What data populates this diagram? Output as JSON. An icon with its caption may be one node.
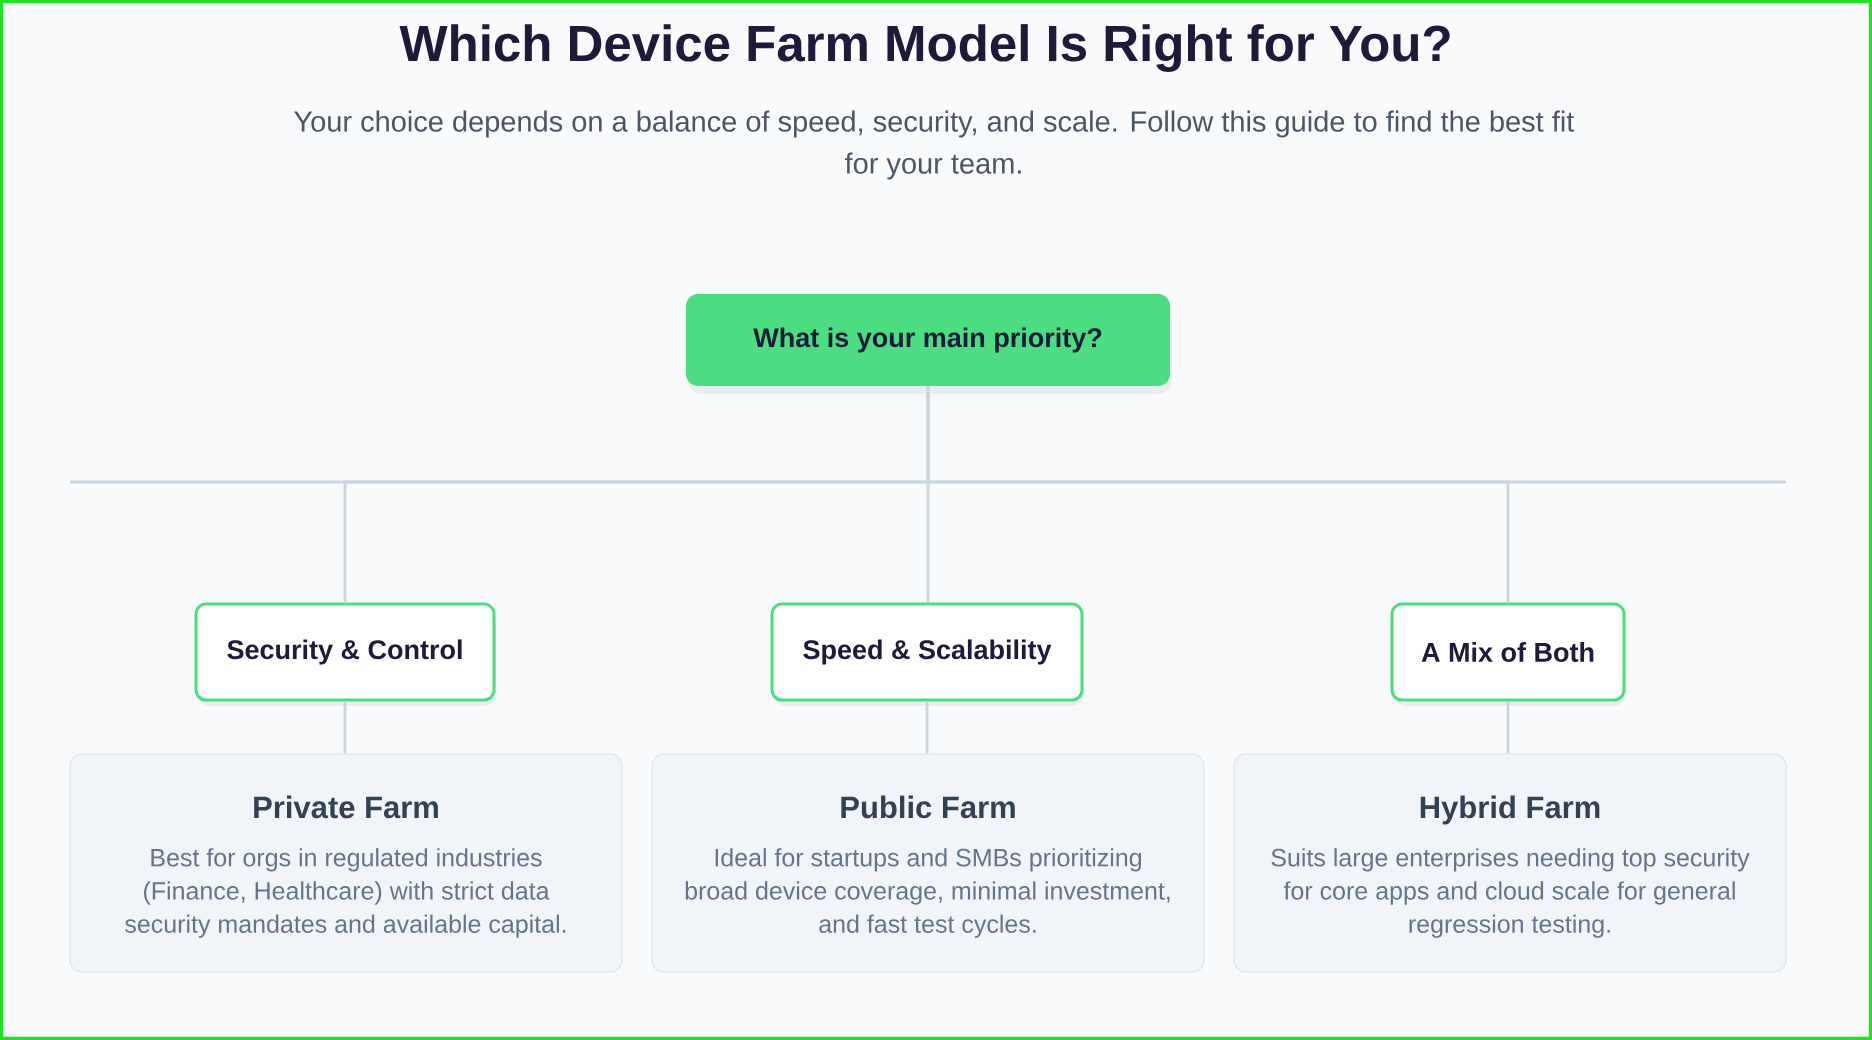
{
  "diagram": {
    "title": "Which Device Farm Model Is Right for You?",
    "nodes": [
      {
        "text": [
          "What is your main priority?"
        ]
      },
      {
        "text": [
          "Security & Control"
        ]
      },
      {
        "text": [
          "Speed & Scalability"
        ]
      },
      {
        "text": [
          "A Mix of Both"
        ]
      },
      {
        "text": [
          "Private Farm",
          "Best for orgs in regulated industries (Finance, Healthcare) with strict data security mandates and available capital."
        ]
      },
      {
        "text": [
          "Public Farm",
          "Ideal for startups and SMBs prioritizing broad device coverage, minimal investment, and fast test cycles."
        ]
      },
      {
        "text": [
          "Hybrid Farm",
          "Suits large enterprises needing top security for core apps and cloud scale for general regression testing."
        ]
      }
    ],
    "edges": [
      {
        "from": 0,
        "to": 1,
        "arrow": "none"
      },
      {
        "from": 0,
        "to": 2,
        "arrow": "none"
      },
      {
        "from": 0,
        "to": 3,
        "arrow": "none"
      },
      {
        "from": 1,
        "to": 4,
        "arrow": "none"
      },
      {
        "from": 2,
        "to": 5,
        "arrow": "none"
      },
      {
        "from": 3,
        "to": 6,
        "arrow": "none"
      }
    ],
    "labels": [
      "Your choice depends on a balance of speed, security, and scale. Follow this guide to find the best fit for your team."
    ]
  }
}
